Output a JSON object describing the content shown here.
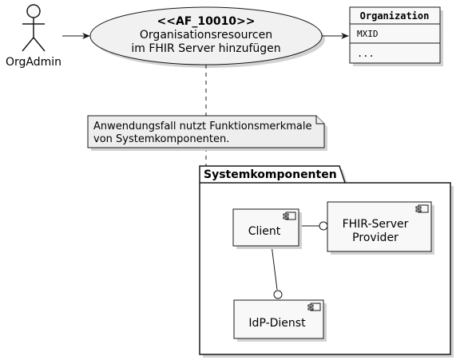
{
  "actor": {
    "label": "OrgAdmin"
  },
  "usecase": {
    "stereotype": "<<AF_10010>>",
    "line1": "Organisationsresourcen",
    "line2": "im FHIR Server hinzufügen"
  },
  "entity": {
    "title": "Organization",
    "attribute": "MXID",
    "more": "..."
  },
  "note": {
    "line1": "Anwendungsfall nutzt Funktionsmerkmale",
    "line2": "von Systemkomponenten."
  },
  "package": {
    "title": "Systemkomponenten"
  },
  "components": {
    "client": "Client",
    "fhir_line1": "FHIR-Server",
    "fhir_line2": "Provider",
    "idp": "IdP-Dienst"
  },
  "colors": {
    "fill": "#f8f8f8",
    "stroke": "#181818",
    "note_fill": "#eeeeee",
    "shadow": "#d2d2d2"
  }
}
